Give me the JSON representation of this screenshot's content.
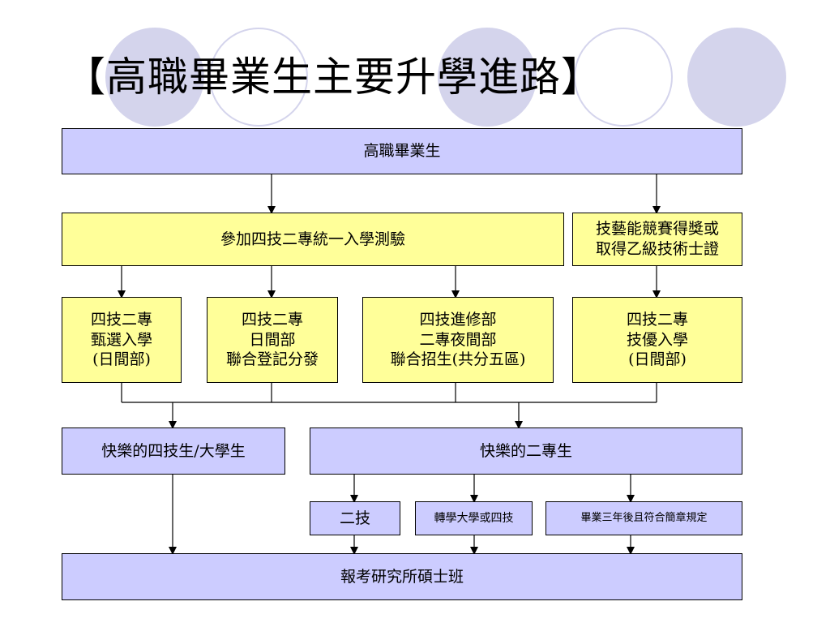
{
  "title": "【高職畢業生主要升學進路】",
  "colors": {
    "top_box": "#ccccff",
    "mid_box": "#ffff99",
    "circle": "#d4d4ec"
  },
  "nodes": {
    "graduate": "高職畢業生",
    "unified_exam": "參加四技二專統一入學測驗",
    "skills_award": [
      "技藝能競賽得獎或",
      "取得乙級技術士證"
    ],
    "selection_admission": [
      "四技二專",
      "甄選入學",
      "(日間部)"
    ],
    "joint_registration": [
      "四技二專",
      "日間部",
      "聯合登記分發"
    ],
    "continuing_ed": [
      "四技進修部",
      "二專夜間部",
      "聯合招生(共分五區)"
    ],
    "merit_admission": [
      "四技二專",
      "技優入學",
      "(日間部)"
    ],
    "univ_student": "快樂的四技生/大學生",
    "junior_college_student": "快樂的二專生",
    "two_year_tech": "二技",
    "transfer": "轉學大學或四技",
    "three_years": "畢業三年後且符合簡章規定",
    "grad_exam": "報考研究所碩士班"
  }
}
